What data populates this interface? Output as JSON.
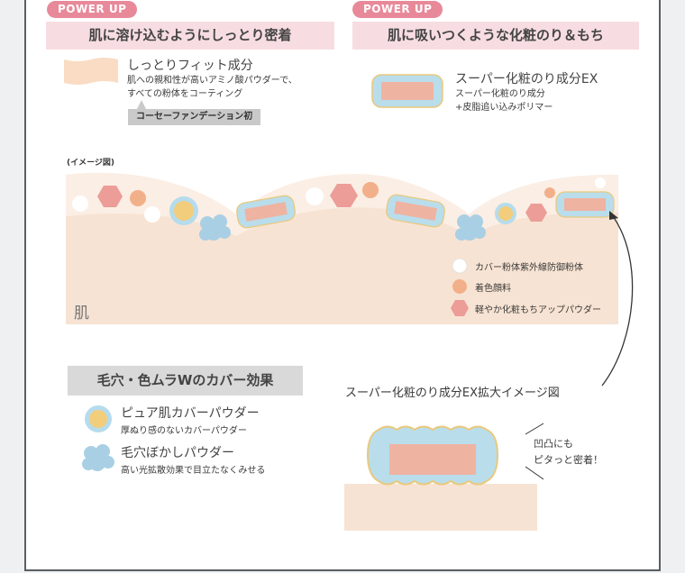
{
  "left_card": {
    "badge": "POWER UP",
    "heading": "肌に溶け込むようにしっとり密着",
    "item_title": "しっとりフィット成分",
    "item_desc_1": "肌への親和性が高いアミノ酸パウダーで、",
    "item_desc_2": "すべての粉体をコーティング",
    "tag": "コーセーファンデーション初"
  },
  "right_card": {
    "badge": "POWER UP",
    "heading": "肌に吸いつくような化粧のり＆もち",
    "item_title": "スーパー化粧のり成分EX",
    "item_desc_1": "スーパー化粧のり成分",
    "item_desc_2": "+皮脂追い込みポリマー"
  },
  "diagram": {
    "caption": "(イメージ図)",
    "skin_label": "肌",
    "legend": [
      {
        "label": "カバー粉体紫外線防御粉体",
        "icon": "white-dot-icon"
      },
      {
        "label": "着色顔料",
        "icon": "orange-dot-icon"
      },
      {
        "label": "軽やか化粧もちアップパウダー",
        "icon": "pink-hexagon-icon"
      }
    ]
  },
  "cover": {
    "heading": "毛穴・色ムラWのカバー効果",
    "items": [
      {
        "title": "ピュア肌カバーパウダー",
        "desc": "厚ぬり感のないカバーパウダー",
        "icon": "pure-cover-powder-icon"
      },
      {
        "title": "毛穴ぼかしパウダー",
        "desc": "高い光拡散効果で目立たなくみせる",
        "icon": "pore-blur-powder-icon"
      }
    ]
  },
  "zoom": {
    "caption": "スーパー化粧のり成分EX拡大イメージ図",
    "note_1": "凹凸にも",
    "note_2": "ピタっと密着！"
  },
  "colors": {
    "badge_pink": "#e8899a",
    "band_pink": "#f7dde2",
    "skin": "#f7e3d3",
    "coating_blue": "#b5dcec",
    "core_salmon": "#efb3a1",
    "hexagon": "#ec9d98",
    "orange_dot": "#f2b08a",
    "gold_powder": "#f1cd7c",
    "frame_border": "#595e63"
  }
}
